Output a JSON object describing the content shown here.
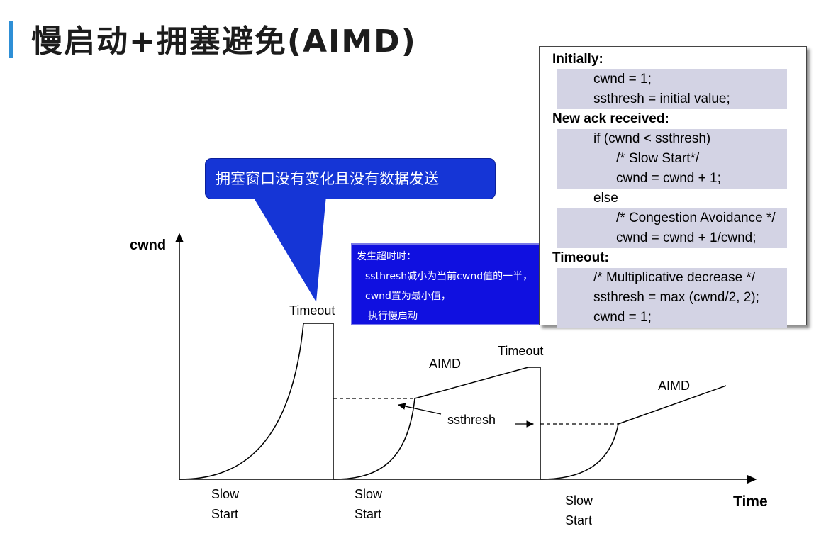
{
  "title": "慢启动+拥塞避免(AIMD)",
  "code": {
    "lines": [
      {
        "text": "Initially:",
        "kind": "head"
      },
      {
        "text": "cwnd = 1;",
        "kind": "body",
        "indent": 1
      },
      {
        "text": "ssthresh = initial value;",
        "kind": "body",
        "indent": 1
      },
      {
        "text": "New ack received:",
        "kind": "head"
      },
      {
        "text": "if (cwnd < ssthresh)",
        "kind": "body",
        "indent": 1
      },
      {
        "text": "/* Slow Start*/",
        "kind": "body",
        "indent": 2
      },
      {
        "text": "cwnd = cwnd + 1;",
        "kind": "body",
        "indent": 2
      },
      {
        "text": "else",
        "kind": "plain",
        "indent": 1
      },
      {
        "text": "/* Congestion Avoidance */",
        "kind": "body",
        "indent": 2
      },
      {
        "text": "cwnd = cwnd + 1/cwnd;",
        "kind": "body",
        "indent": 2
      },
      {
        "text": "Timeout:",
        "kind": "head"
      },
      {
        "text": "/* Multiplicative decrease */",
        "kind": "body",
        "indent": 1
      },
      {
        "text": "ssthresh = max (cwnd/2, 2);",
        "kind": "body",
        "indent": 1
      },
      {
        "text": "cwnd = 1;",
        "kind": "body",
        "indent": 1
      }
    ]
  },
  "callout_main": "拥塞窗口没有变化且没有数据发送",
  "callout_timeout": {
    "line1": "发生超时时：",
    "line2": "ssthresh减小为当前cwnd值的一半，",
    "line3": "cwnd置为最小值，",
    "line4": "执行慢启动"
  },
  "diagram": {
    "y_axis_label": "cwnd",
    "x_axis_label": "Time",
    "timeout_label_1": "Timeout",
    "timeout_label_2": "Timeout",
    "aimd_label_1": "AIMD",
    "aimd_label_2": "AIMD",
    "ssthresh_label": "ssthresh",
    "slow_start_1": [
      "Slow",
      "Start"
    ],
    "slow_start_2": [
      "Slow",
      "Start"
    ],
    "slow_start_3": [
      "Slow",
      "Start"
    ]
  },
  "colors": {
    "accent": "#2e8fd6",
    "callout_blue": "#1535d6",
    "code_shade": "#d3d3e4"
  }
}
